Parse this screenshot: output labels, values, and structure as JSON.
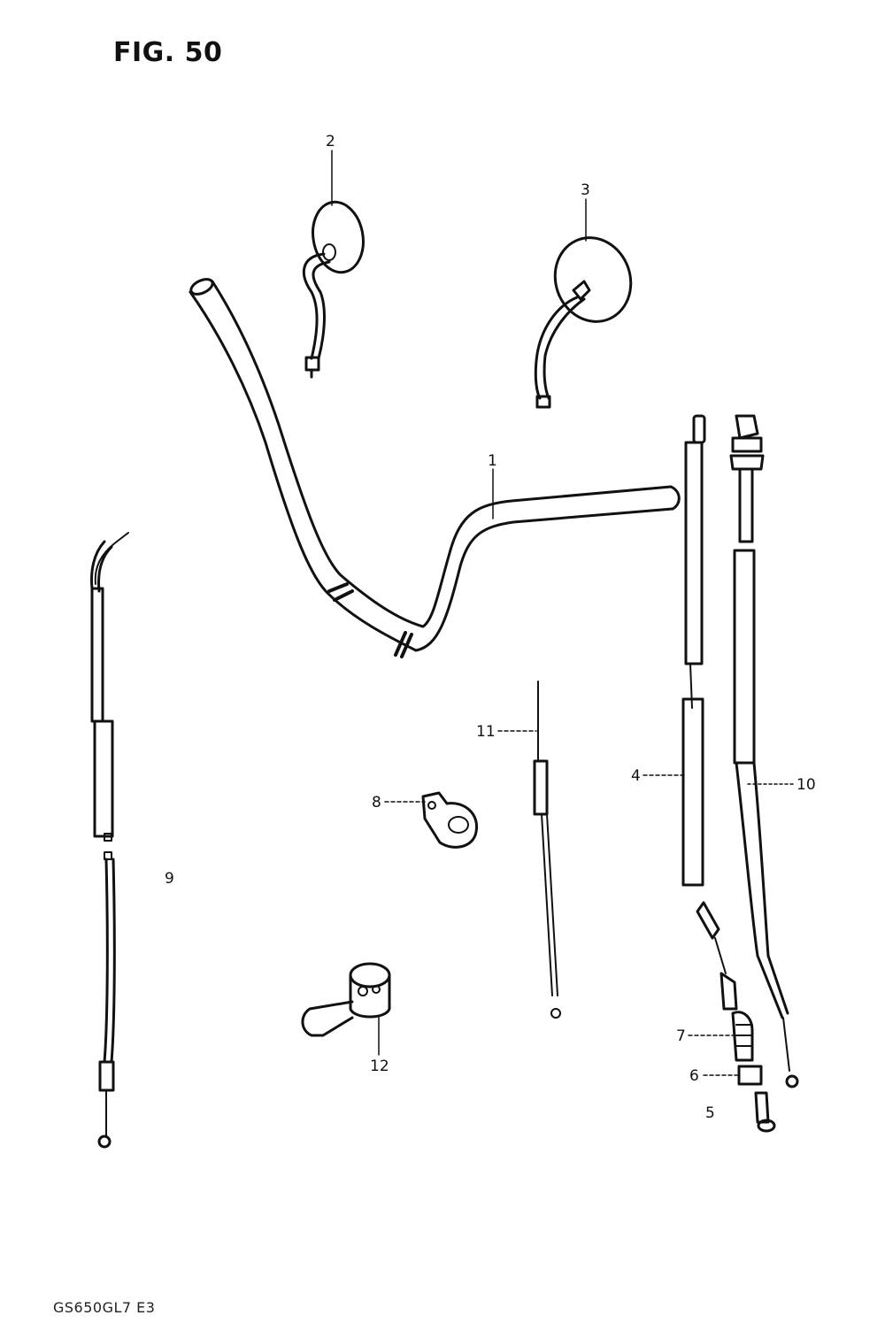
{
  "figure": {
    "title": "FIG. 50",
    "model_code": "GS650GL7  E3"
  },
  "callouts": [
    {
      "id": "2",
      "text": "2"
    },
    {
      "id": "3",
      "text": "3"
    },
    {
      "id": "1",
      "text": "1"
    },
    {
      "id": "11",
      "text": "11"
    },
    {
      "id": "4",
      "text": "4"
    },
    {
      "id": "10",
      "text": "10"
    },
    {
      "id": "8",
      "text": "8"
    },
    {
      "id": "9",
      "text": "9"
    },
    {
      "id": "7",
      "text": "7"
    },
    {
      "id": "6",
      "text": "6"
    },
    {
      "id": "5",
      "text": "5"
    },
    {
      "id": "12",
      "text": "12"
    }
  ]
}
